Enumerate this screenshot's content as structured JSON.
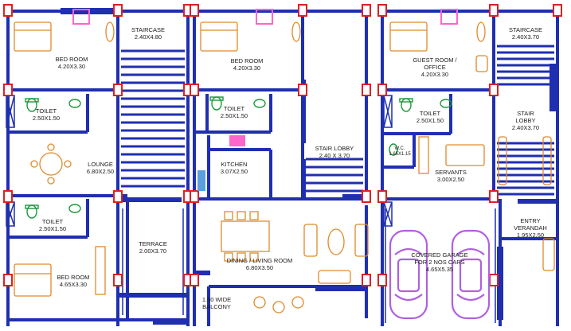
{
  "plans": [
    {
      "rooms": [
        {
          "name": "BED ROOM",
          "size": "4.20X3.30"
        },
        {
          "name": "STAIRCASE",
          "size": "2.40X4.80"
        },
        {
          "name": "TOILET",
          "size": "2.50X1.50"
        },
        {
          "name": "LOUNGE",
          "size": "6.80X2.50"
        },
        {
          "name": "TOILET",
          "size": "2.50X1.50"
        },
        {
          "name": "TERRACE",
          "size": "2.00X3.70"
        },
        {
          "name": "BED ROOM",
          "size": "4.65X3.30"
        }
      ]
    },
    {
      "rooms": [
        {
          "name": "BED ROOM",
          "size": "4.20X3.30"
        },
        {
          "name": "TOILET",
          "size": "2.50X1.50"
        },
        {
          "name": "STAIR LOBBY",
          "size": "2.40 X 3.70"
        },
        {
          "name": "KITCHEN",
          "size": "3.07X2.50"
        },
        {
          "name": "DINING / LIVING ROOM",
          "size": "6.80X3.50"
        },
        {
          "name": "1.50 WIDE",
          "size": "BALCONY"
        }
      ]
    },
    {
      "rooms": [
        {
          "name": "STAIRCASE",
          "size": "2.40X3.70"
        },
        {
          "name": "GUEST ROOM /",
          "line2": "OFFICE",
          "size": "4.20X3.30"
        },
        {
          "name": "TOILET",
          "size": "2.50X1.50"
        },
        {
          "name": "STAIR",
          "line2": "LOBBY",
          "size": "2.40X3.70"
        },
        {
          "name": "W.C.",
          "size": "1.65X1.15"
        },
        {
          "name": "SERVANTS",
          "size": "3.00X2.50"
        },
        {
          "name": "ENTRY",
          "line2": "VERANDAH",
          "size": "1.95X2.50"
        },
        {
          "name": "COVERED GARAGE",
          "line2": "FOR 2 NOS CARS",
          "size": "4.65X5.35"
        }
      ]
    }
  ],
  "colors": {
    "wall": "#1f2fb0",
    "wall_light": "#3b5bd6",
    "column": "#e02020",
    "furniture": "#e08a2a",
    "sanitary": "#1a9a3a",
    "doorbox": "#ff66cc",
    "car": "#b060e0",
    "tank": "#5aa0e0"
  }
}
